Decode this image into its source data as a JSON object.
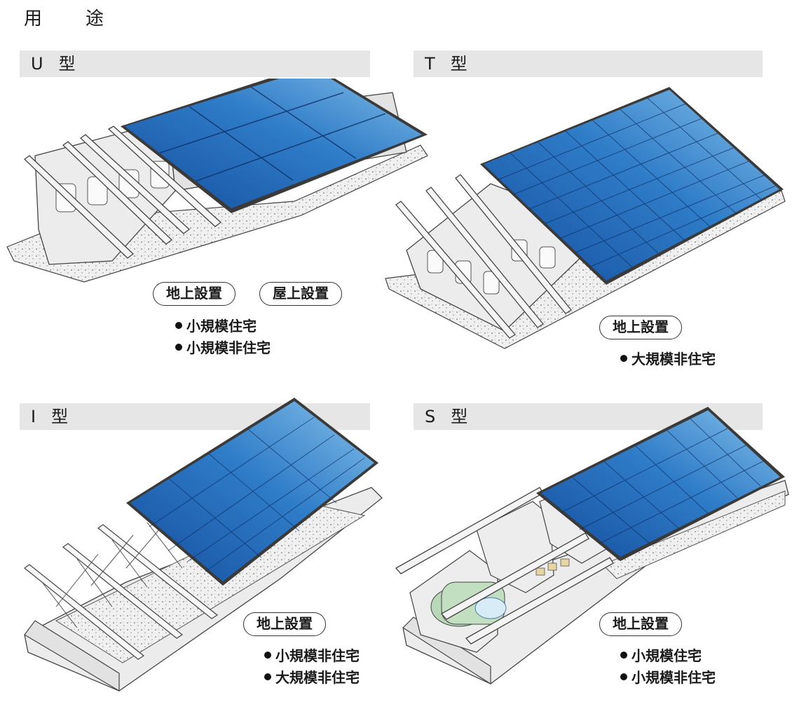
{
  "page_title": [
    "用",
    "途"
  ],
  "sections": [
    {
      "id": "u",
      "header": [
        "U",
        "型"
      ],
      "badges": [
        "地上設置",
        "屋上設置"
      ],
      "bullets": [
        "小規模住宅",
        "小規模非住宅"
      ]
    },
    {
      "id": "t",
      "header": [
        "T",
        "型"
      ],
      "badges": [
        "地上設置"
      ],
      "bullets": [
        "大規模非住宅"
      ]
    },
    {
      "id": "i",
      "header": [
        "I",
        "型"
      ],
      "badges": [
        "地上設置"
      ],
      "bullets": [
        "小規模非住宅",
        "大規模非住宅"
      ]
    },
    {
      "id": "s",
      "header": [
        "S",
        "型"
      ],
      "badges": [
        "地上設置"
      ],
      "bullets": [
        "小規模住宅",
        "小規模非住宅"
      ]
    }
  ],
  "colors": {
    "panel_dark": "#1f63b8",
    "panel_light": "#7fbbe6",
    "header_bg": "#e6e6e6",
    "concrete": "#eeeeee"
  }
}
